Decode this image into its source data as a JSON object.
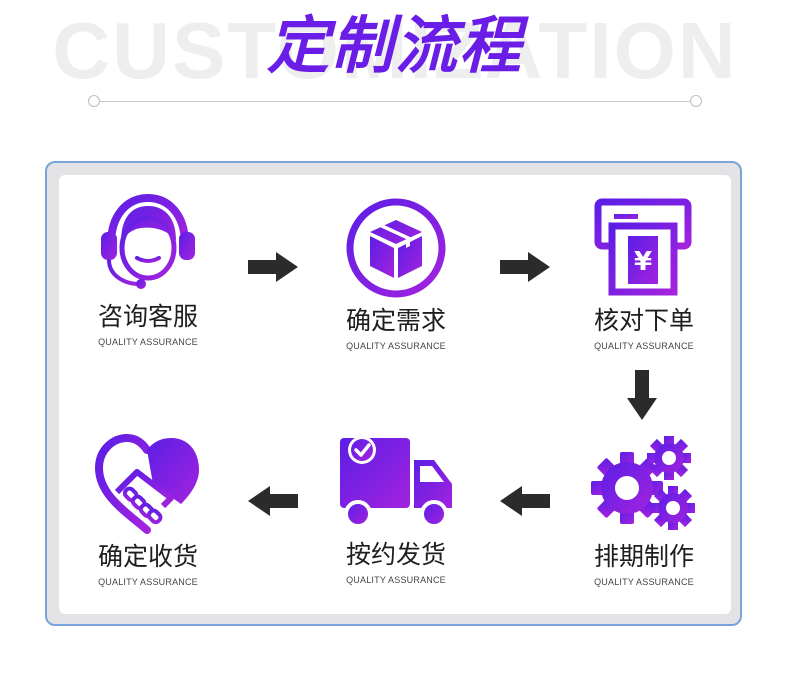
{
  "header": {
    "background_word": "CUSTOMIZATION",
    "title": "定制流程"
  },
  "colors": {
    "accent_purple": "#6a1de6",
    "accent_violet": "#8b2be2",
    "arrow": "#2b2b2b",
    "panel_border": "#7aa2db"
  },
  "steps": [
    {
      "label": "咨询客服",
      "sub": "QUALITY ASSURANCE",
      "icon": "headset-agent-icon"
    },
    {
      "label": "确定需求",
      "sub": "QUALITY ASSURANCE",
      "icon": "package-box-icon"
    },
    {
      "label": "核对下单",
      "sub": "QUALITY ASSURANCE",
      "icon": "payment-terminal-yuan-icon"
    },
    {
      "label": "排期制作",
      "sub": "QUALITY ASSURANCE",
      "icon": "gears-icon"
    },
    {
      "label": "按约发货",
      "sub": "QUALITY ASSURANCE",
      "icon": "delivery-truck-icon"
    },
    {
      "label": "确定收货",
      "sub": "QUALITY ASSURANCE",
      "icon": "heart-handshake-icon"
    }
  ]
}
